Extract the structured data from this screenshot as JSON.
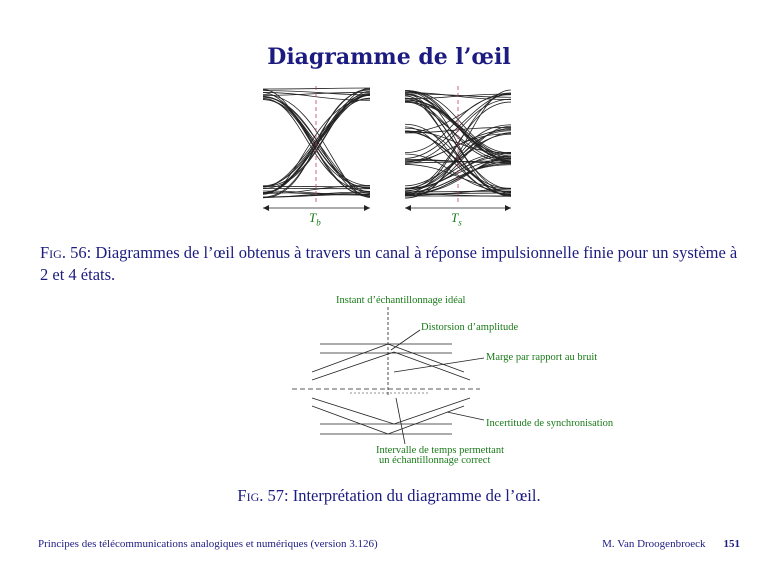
{
  "slide": {
    "title": "Diagramme de l’œil"
  },
  "fig56": {
    "label": "Fig. 56:",
    "text": "Diagrammes de l’œil obtenus à travers un canal à réponse impulsionnelle finie pour un système à 2 et 4 états.",
    "left_period_symbol": "T",
    "left_period_sub": "b",
    "right_period_symbol": "T",
    "right_period_sub": "s"
  },
  "fig57": {
    "label": "Fig. 57:",
    "text": "Interprétation du diagramme de l’œil.",
    "annotations": {
      "sampling_instant": "Instant d’échantillonnage idéal",
      "amplitude_distortion": "Distorsion d’amplitude",
      "noise_margin": "Marge par rapport au bruit",
      "sync_uncertainty": "Incertitude de synchronisation",
      "interval_line1": "Intervalle de temps permettant",
      "interval_line2": "un échantillonnage correct"
    }
  },
  "footer": {
    "course": "Principes des télécommunications analogiques et numériques (version 3.126)",
    "author": "M. Van Droogenbroeck",
    "page": "151"
  },
  "colors": {
    "title": "#1c1c80",
    "annotation": "#1a7a1a",
    "dashed_marker": "#c0406a",
    "traces": "#222222"
  }
}
